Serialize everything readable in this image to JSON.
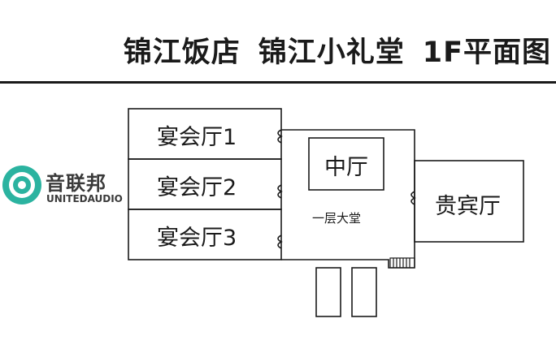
{
  "title": {
    "part1": "锦江饭店",
    "part2": "锦江小礼堂",
    "part3": "1F平面图"
  },
  "rooms": {
    "banquet1": "宴会厅1",
    "banquet2": "宴会厅2",
    "banquet3": "宴会厅3",
    "middle_hall": "中厅",
    "lobby": "一层大堂",
    "vip_hall": "贵宾厅"
  },
  "logo": {
    "cn": "音联邦",
    "en": "UNITEDAUDIO"
  },
  "colors": {
    "line": "#1a1a1a",
    "logo_green": "#2bb3a0",
    "logo_text": "#3a3a3a"
  }
}
